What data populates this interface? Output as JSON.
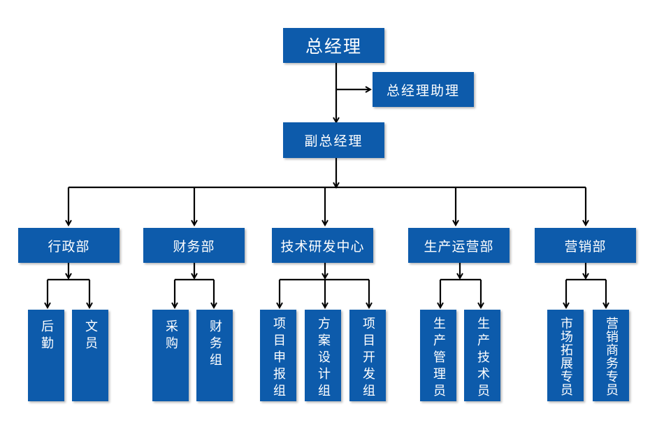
{
  "nodes": {
    "gm": "总经理",
    "gm_assistant": "总经理助理",
    "deputy_gm": "副总经理",
    "dept_admin": "行政部",
    "dept_finance": "财务部",
    "dept_tech": "技术研发中心",
    "dept_production": "生产运营部",
    "dept_marketing": "营销部",
    "leaf_logistics": "后勤",
    "leaf_clerk": "文员",
    "leaf_purchasing": "采购",
    "leaf_finance_group": "财务组",
    "leaf_project_filing": "项目申报组",
    "leaf_scheme_design": "方案设计组",
    "leaf_project_dev": "项目开发组",
    "leaf_prod_manager": "生产管理员",
    "leaf_prod_tech": "生产技术员",
    "leaf_market_dev": "市场拓展专员",
    "leaf_sales_affairs": "营销商务专员"
  }
}
